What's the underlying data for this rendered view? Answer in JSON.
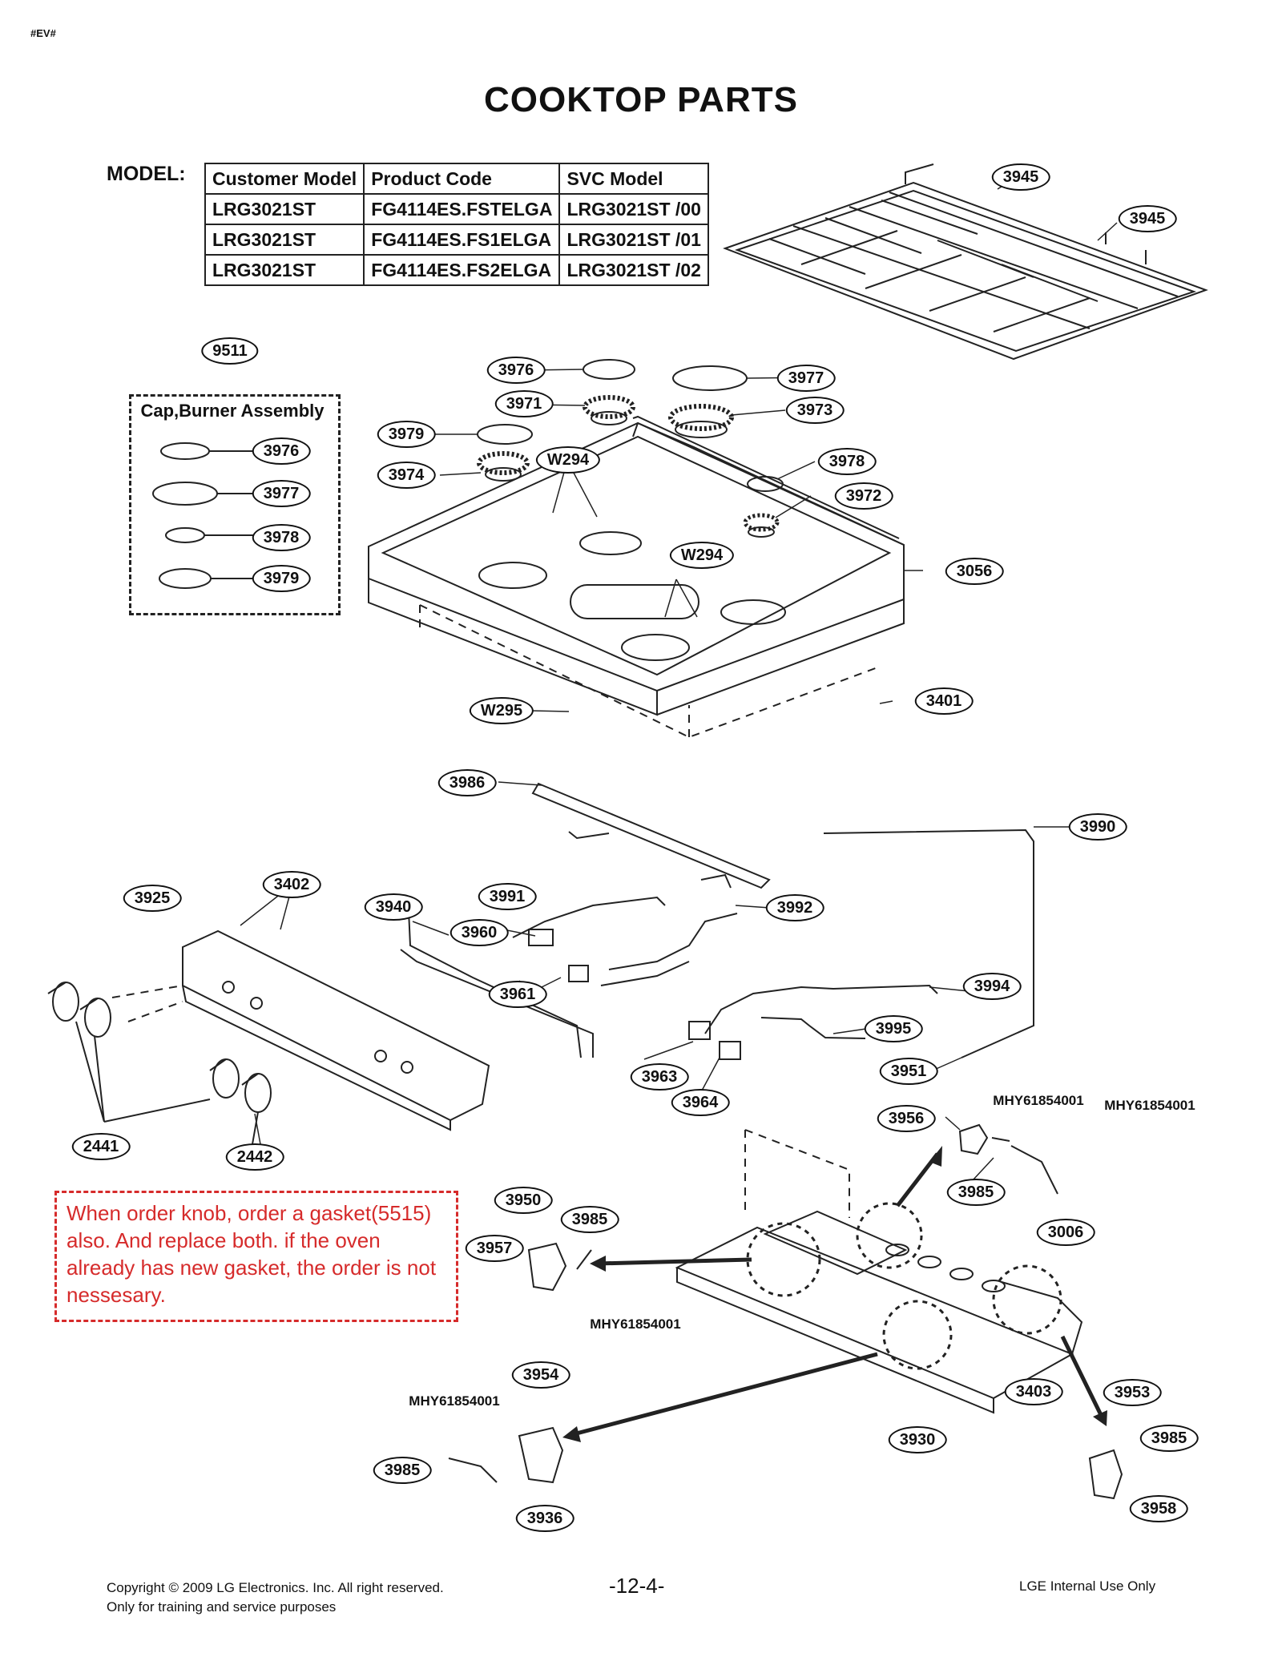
{
  "header_tag": "#EV#",
  "title": "COOKTOP PARTS",
  "model_label": "MODEL:",
  "model_table": {
    "headers": [
      "Customer Model",
      "Product Code",
      "SVC Model"
    ],
    "rows": [
      [
        "LRG3021ST",
        "FG4114ES.FSTELGA",
        "LRG3021ST /00"
      ],
      [
        "LRG3021ST",
        "FG4114ES.FS1ELGA",
        "LRG3021ST /01"
      ],
      [
        "LRG3021ST",
        "FG4114ES.FS2ELGA",
        "LRG3021ST /02"
      ]
    ]
  },
  "cap_box": {
    "ref": "9511",
    "title": "Cap,Burner Assembly",
    "items": [
      "3976",
      "3977",
      "3978",
      "3979"
    ]
  },
  "part_labels": [
    "3945",
    "3945",
    "3976",
    "3977",
    "3971",
    "3973",
    "3979",
    "W294",
    "3974",
    "3978",
    "3972",
    "3056",
    "W294",
    "W295",
    "3401",
    "3986",
    "3990",
    "3925",
    "3402",
    "3940",
    "3991",
    "3960",
    "3992",
    "3961",
    "3994",
    "3995",
    "3963",
    "3964",
    "3951",
    "3956",
    "3985",
    "2441",
    "2442",
    "3950",
    "3985",
    "3957",
    "3006",
    "3954",
    "3953",
    "3985",
    "3930",
    "3403",
    "3985",
    "3936",
    "3958"
  ],
  "plain_labels": [
    "MHY61854001",
    "MHY61854001",
    "MHY61854001",
    "MHY61854001"
  ],
  "note": "When order knob, order a gasket(5515) also. And replace both. if the oven already has new gasket, the order is not nessesary.",
  "footer": {
    "copyright_line1": "Copyright © 2009 LG Electronics. Inc. All right reserved.",
    "copyright_line2": "Only for training and service purposes",
    "page_number": "-12-4-",
    "internal": "LGE Internal Use Only"
  },
  "colors": {
    "note_red": "#d62b2b",
    "line": "#222222"
  }
}
